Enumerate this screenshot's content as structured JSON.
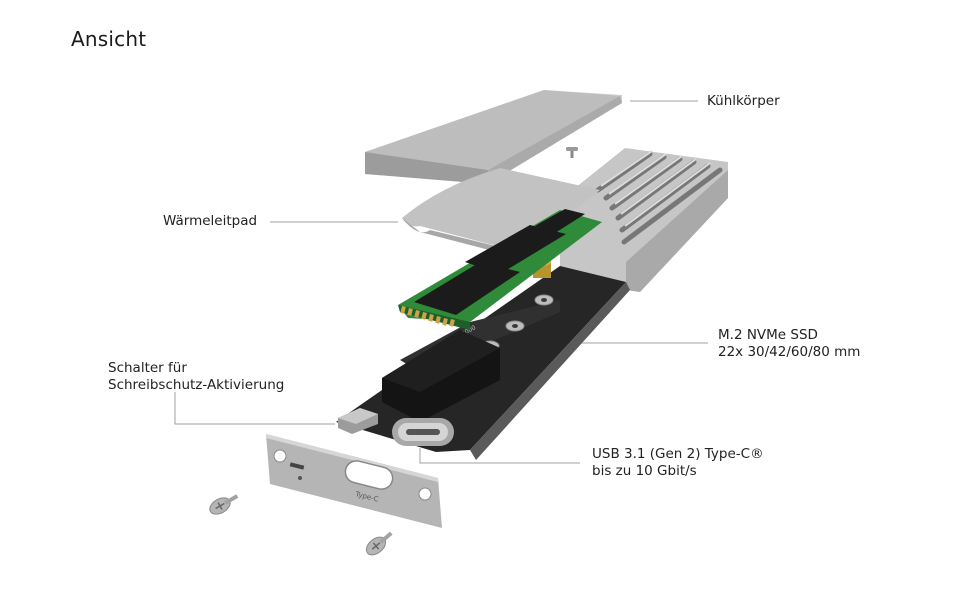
{
  "title": "Ansicht",
  "labels": {
    "heatsink": "Kühlkörper",
    "thermal_pad": "Wärmeleitpad",
    "ssd_line1": "M.2 NVMe SSD",
    "ssd_line2": "22x  30/42/60/80  mm",
    "switch_line1": "Schalter für",
    "switch_line2": "Schreibschutz-Aktivierung",
    "usb_line1": "USB 3.1 (Gen 2) Type-C®",
    "usb_line2": "bis zu 10 Gbit/s"
  },
  "parts": {
    "faceplate_port_label": "Type-C",
    "connector_silkscreen": "CN2000"
  },
  "colors": {
    "aluminum": "#b9b9b9",
    "aluminum_dark": "#8e8e8e",
    "pcb_green": "#2f8a3a",
    "chip_black": "#1b1b1b",
    "tray_dark": "#2a2a2a",
    "brass": "#b8942f",
    "leader_line": "#9a9a9a"
  }
}
